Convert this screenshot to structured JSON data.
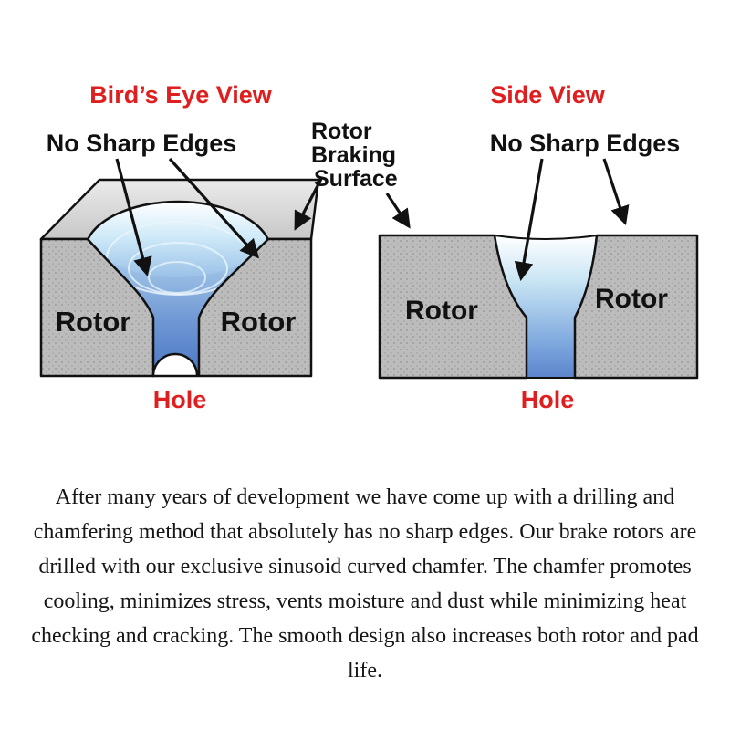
{
  "colors": {
    "red": "#df1f1f",
    "black": "#111111",
    "gray_front": "#bcbcbc",
    "gray_top": "#d6d6d6",
    "blue_light": "#cfeaf8",
    "blue_dark": "#4a77c4"
  },
  "birds_eye": {
    "title": "Bird’s Eye View",
    "label_no_sharp_edges": "No Sharp Edges",
    "rotor_left": "Rotor",
    "rotor_right": "Rotor",
    "label_hole": "Hole"
  },
  "braking_surface": {
    "line1": "Rotor",
    "line2": "Braking",
    "line3": "Surface"
  },
  "side_view": {
    "title": "Side View",
    "label_no_sharp_edges": "No Sharp Edges",
    "rotor_left": "Rotor",
    "rotor_right": "Rotor",
    "label_hole": "Hole"
  },
  "paragraph": "After many years of development we have come up with a drilling and chamfering method that absolutely has no sharp edges.  Our brake rotors are drilled with our exclusive sinusoid curved chamfer. The chamfer promotes cooling, minimizes stress, vents moisture and dust while minimizing heat checking and cracking. The smooth design also increases both rotor and pad life."
}
